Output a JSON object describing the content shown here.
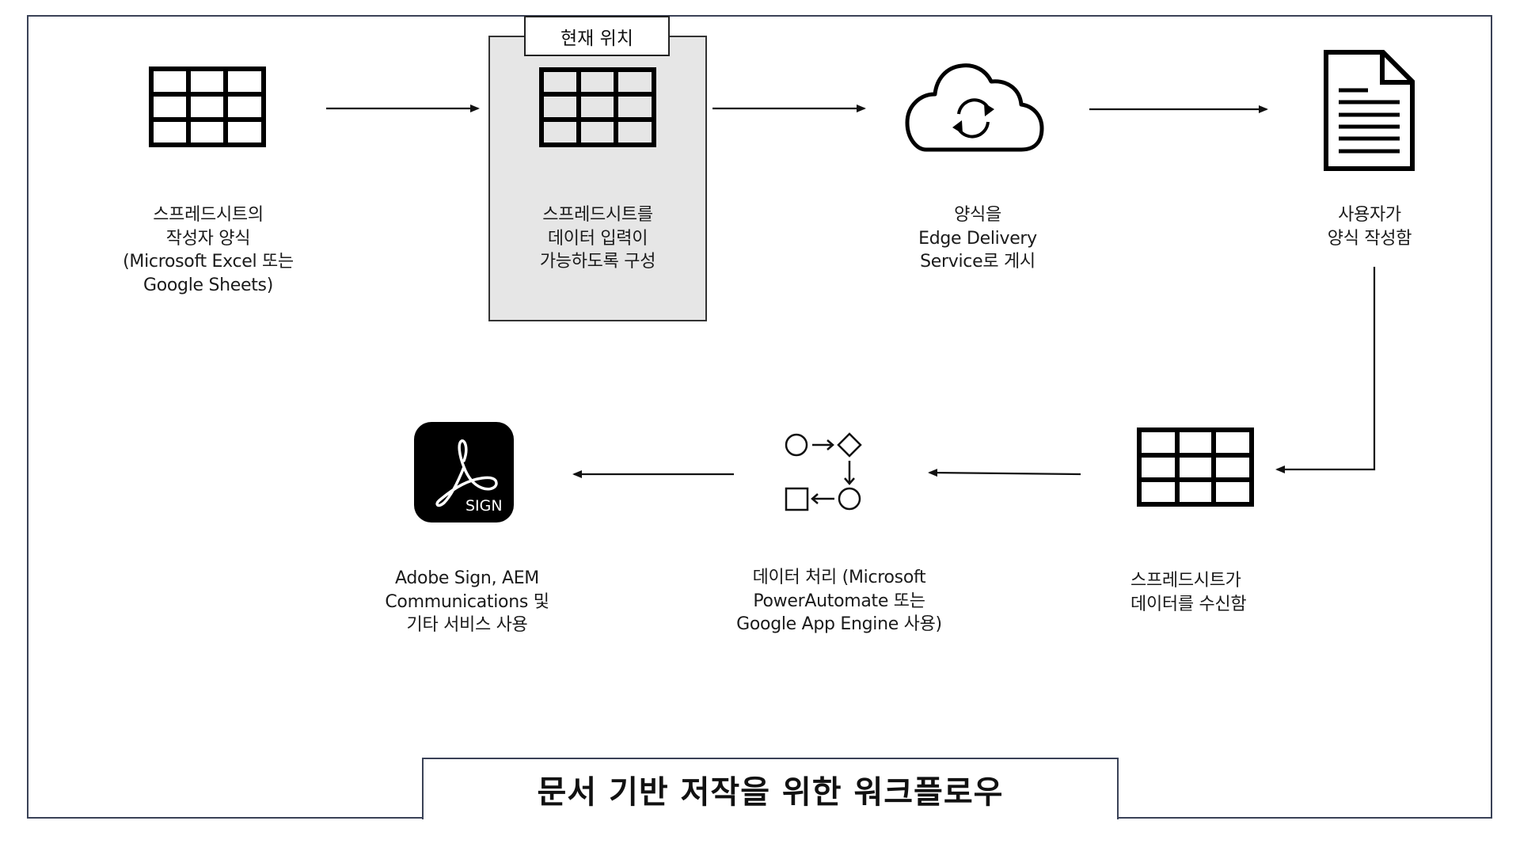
{
  "diagram": {
    "title": "문서 기반 저작을 위한 워크플로우",
    "current_position_label": "현재 위치",
    "nodes": [
      {
        "id": "author-spreadsheet",
        "icon": "spreadsheet-icon",
        "lines": [
          "스프레드시트의",
          "작성자 양식",
          "(Microsoft Excel 또는",
          "Google Sheets)"
        ]
      },
      {
        "id": "configure-spreadsheet",
        "icon": "spreadsheet-icon",
        "highlighted": true,
        "lines": [
          "스프레드시트를",
          "데이터 입력이",
          "가능하도록 구성"
        ]
      },
      {
        "id": "publish-form",
        "icon": "cloud-sync-icon",
        "lines": [
          "양식을",
          "Edge Delivery",
          "Service로 게시"
        ]
      },
      {
        "id": "user-fills-form",
        "icon": "document-icon",
        "lines": [
          "사용자가",
          "양식 작성함"
        ]
      },
      {
        "id": "spreadsheet-receives",
        "icon": "spreadsheet-icon",
        "lines": [
          "스프레드시트가",
          "데이터를 수신함"
        ]
      },
      {
        "id": "process-data",
        "icon": "workflow-icon",
        "lines": [
          "데이터 처리 (Microsoft",
          "PowerAutomate 또는",
          "Google App Engine 사용)"
        ]
      },
      {
        "id": "use-services",
        "icon": "adobe-sign-icon",
        "icon_text": "SIGN",
        "lines": [
          "Adobe Sign, AEM",
          "Communications 및",
          "기타 서비스 사용"
        ]
      }
    ],
    "edges": [
      {
        "from": "author-spreadsheet",
        "to": "configure-spreadsheet"
      },
      {
        "from": "configure-spreadsheet",
        "to": "publish-form"
      },
      {
        "from": "publish-form",
        "to": "user-fills-form"
      },
      {
        "from": "user-fills-form",
        "to": "spreadsheet-receives"
      },
      {
        "from": "spreadsheet-receives",
        "to": "process-data"
      },
      {
        "from": "process-data",
        "to": "use-services"
      }
    ],
    "colors": {
      "frame": "#3a4257",
      "highlight_fill": "#e6e6e6",
      "icon": "#000000"
    }
  }
}
